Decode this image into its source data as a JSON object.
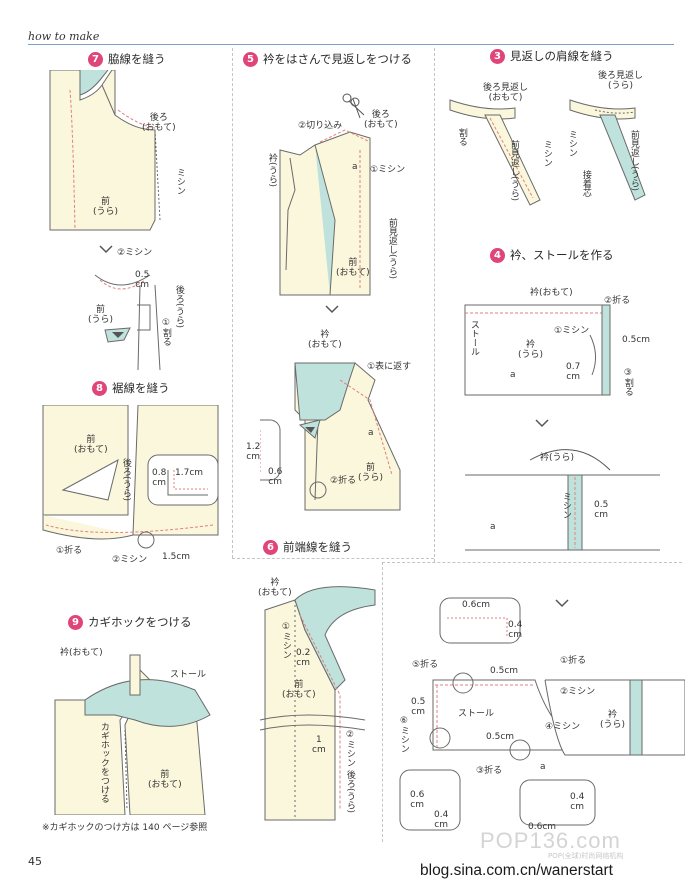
{
  "header": {
    "title": "how to make",
    "page_number": "45"
  },
  "steps": {
    "s7": {
      "num": "7",
      "title": "脇線を縫う"
    },
    "s5": {
      "num": "5",
      "title": "衿をはさんで見返しをつける"
    },
    "s3": {
      "num": "3",
      "title": "見返しの肩線を縫う"
    },
    "s4": {
      "num": "4",
      "title": "衿、ストールを作る"
    },
    "s8": {
      "num": "8",
      "title": "裾線を縫う"
    },
    "s6": {
      "num": "6",
      "title": "前端線を縫う"
    },
    "s9": {
      "num": "9",
      "title": "カギホックをつける"
    }
  },
  "labels": {
    "ushiro_omote": "後ろ\n(おもて)",
    "mae_ura": "前\n(うら)",
    "mishin": "ミシン",
    "mishin2": "②ミシン",
    "cm05": "0.5\ncm",
    "mae_ura2": "前\n(うら)",
    "ushiro_ura": "後ろ(うら)",
    "waru1": "①割る",
    "kirikomi": "②切り込み",
    "ushiro_omote2": "後ろ\n(おもて)",
    "eri_ura": "衿(うら)",
    "a": "a",
    "mishin1": "①ミシン",
    "mae_mikaeshi_ura": "前見返し(うら)",
    "mae_omote": "前\n(おもて)",
    "ushiro_mikaeshi": "後ろ見返し\n(おもて)",
    "ushiro_mikaeshi2": "後ろ見返し\n(うら)",
    "waru": "割る",
    "mae_mikaeshi_ura2": "前見返し(うら)",
    "mishin_v": "ミシン",
    "settchakushin": "接着芯",
    "mae_mikaeshi_ura3": "前見返し(うら)",
    "eri_omote": "衿(おもて)",
    "ori2": "②折る",
    "stole": "ストール",
    "mishin1b": "①ミシン",
    "eri_ura2": "衿\n(うら)",
    "cm05b": "0.5cm",
    "cm07": "0.7\ncm",
    "waru3": "③割る",
    "mae_omote8": "前\n(おもて)",
    "ushiro_ura8": "後ろ(うら)",
    "cm08": "0.8\ncm",
    "cm17": "1.7cm",
    "ori1": "①折る",
    "mishin2b": "②ミシン",
    "cm15": "1.5cm",
    "eri_omote5": "衿\n(おもて)",
    "ura_kaesu": "①表に返す",
    "cm12": "1.2\ncm",
    "cm06": "0.6\ncm",
    "ori2b": "②折る",
    "mae_ura5": "前\n(うら)",
    "eri_ura_t": "衿(うら)",
    "mishin_t": "ミシン",
    "cm05t": "0.5\ncm",
    "a2": "a",
    "eri_omote6": "衿\n(おもて)",
    "mishin1c": "①ミシン",
    "cm02": "0.2\ncm",
    "mae_omote6": "前\n(おもて)",
    "cm1": "1\ncm",
    "mishin2c": "②ミシン",
    "ushiro_ura6": "後ろ(うら)",
    "cm06b": "0.6cm",
    "cm04": "0.4\ncm",
    "ori5": "⑤折る",
    "cm05c": "0.5\ncm",
    "cm05d": "0.5cm",
    "ori1b": "①折る",
    "mishin2d": "②ミシン",
    "stole2": "ストール",
    "mishin4": "④ミシン",
    "eri_ura3": "衿\n(うら)",
    "mishin6": "⑥ミシン",
    "cm05e": "0.5cm",
    "ori3": "③折る",
    "a3": "a",
    "cm06c": "0.6\ncm",
    "cm04b": "0.4\ncm",
    "cm04c": "0.4\ncm",
    "cm06d": "0.6cm",
    "eri_omote9": "衿(おもて)",
    "stole9": "ストール",
    "kagi_hook": "カギホックをつける",
    "mae_omote9": "前\n(おもて)"
  },
  "note": "※カギホックのつけ方は 140 ページ参照",
  "watermark": {
    "url": "blog.sina.com.cn/wanerstart",
    "brand": "POP136.com",
    "brand_sub": "POP(全球)时尚网络机构"
  },
  "colors": {
    "accent": "#e0457a",
    "fabric": "#fbf7dc",
    "mint": "#bfe3dc",
    "stitch": "#e08080",
    "outline": "#6a6a6a"
  }
}
